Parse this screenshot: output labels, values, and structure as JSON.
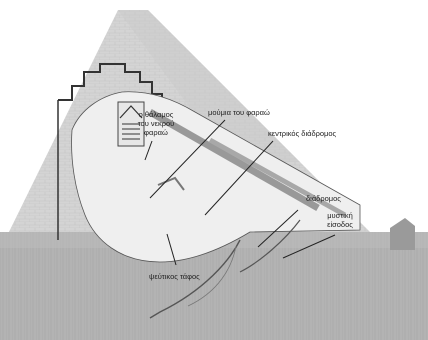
{
  "labels": {
    "burial_chamber": [
      "ο θάλαμος",
      "του νεκρού",
      "φαραώ"
    ],
    "mummy": "μούμια του φαραώ",
    "central_corridor": "κεντρικός διάδρομος",
    "corridor": "διάδρομος",
    "secret_entrance": [
      "μυστική",
      "είσοδος"
    ],
    "false_tomb": "ψεύτικος τάφος"
  },
  "colors": {
    "sky": "#ffffff",
    "pyramid_stone": "#d6d6d6",
    "pyramid_dark": "#bdbdbd",
    "ground": "#b0b0b0",
    "cavity": "#f1f1f1",
    "line": "#222222"
  }
}
